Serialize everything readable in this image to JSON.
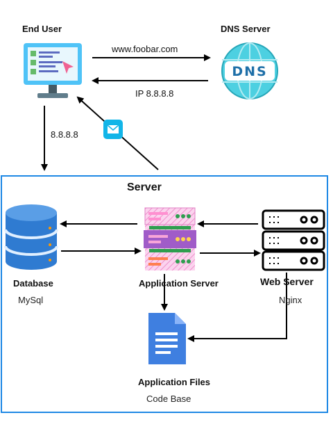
{
  "nodes": {
    "end_user": {
      "label": "End User",
      "icon": "computer-monitor-icon"
    },
    "dns_server": {
      "label": "DNS Server",
      "icon_text": "DNS",
      "icon": "dns-globe-icon"
    },
    "server_group": {
      "title": "Server"
    },
    "database": {
      "label": "Database",
      "sublabel": "MySql",
      "icon": "database-cylinder-icon"
    },
    "app_server": {
      "label": "Application Server",
      "icon": "application-server-icon"
    },
    "web_server": {
      "label": "Web Server",
      "sublabel": "Nginx",
      "icon": "server-rack-icon"
    },
    "app_files": {
      "label": "Application Files",
      "sublabel": "Code Base",
      "icon": "document-file-icon"
    }
  },
  "edges": {
    "request_domain": "www.foobar.com",
    "dns_response": "IP 8.8.8.8",
    "user_to_server": "8.8.8.8",
    "response_icon": "envelope-icon"
  },
  "colors": {
    "server_border": "#1e88e5",
    "arrow": "#000000",
    "monitor": "#4fc3f7",
    "dns_globe": "#4dd0e1",
    "database": "#2f7bd1",
    "document": "#3f7fe0",
    "app_server_pink": "#f8a5d8",
    "app_server_purple": "#a05cc8",
    "app_server_green": "#2e9e4f"
  }
}
